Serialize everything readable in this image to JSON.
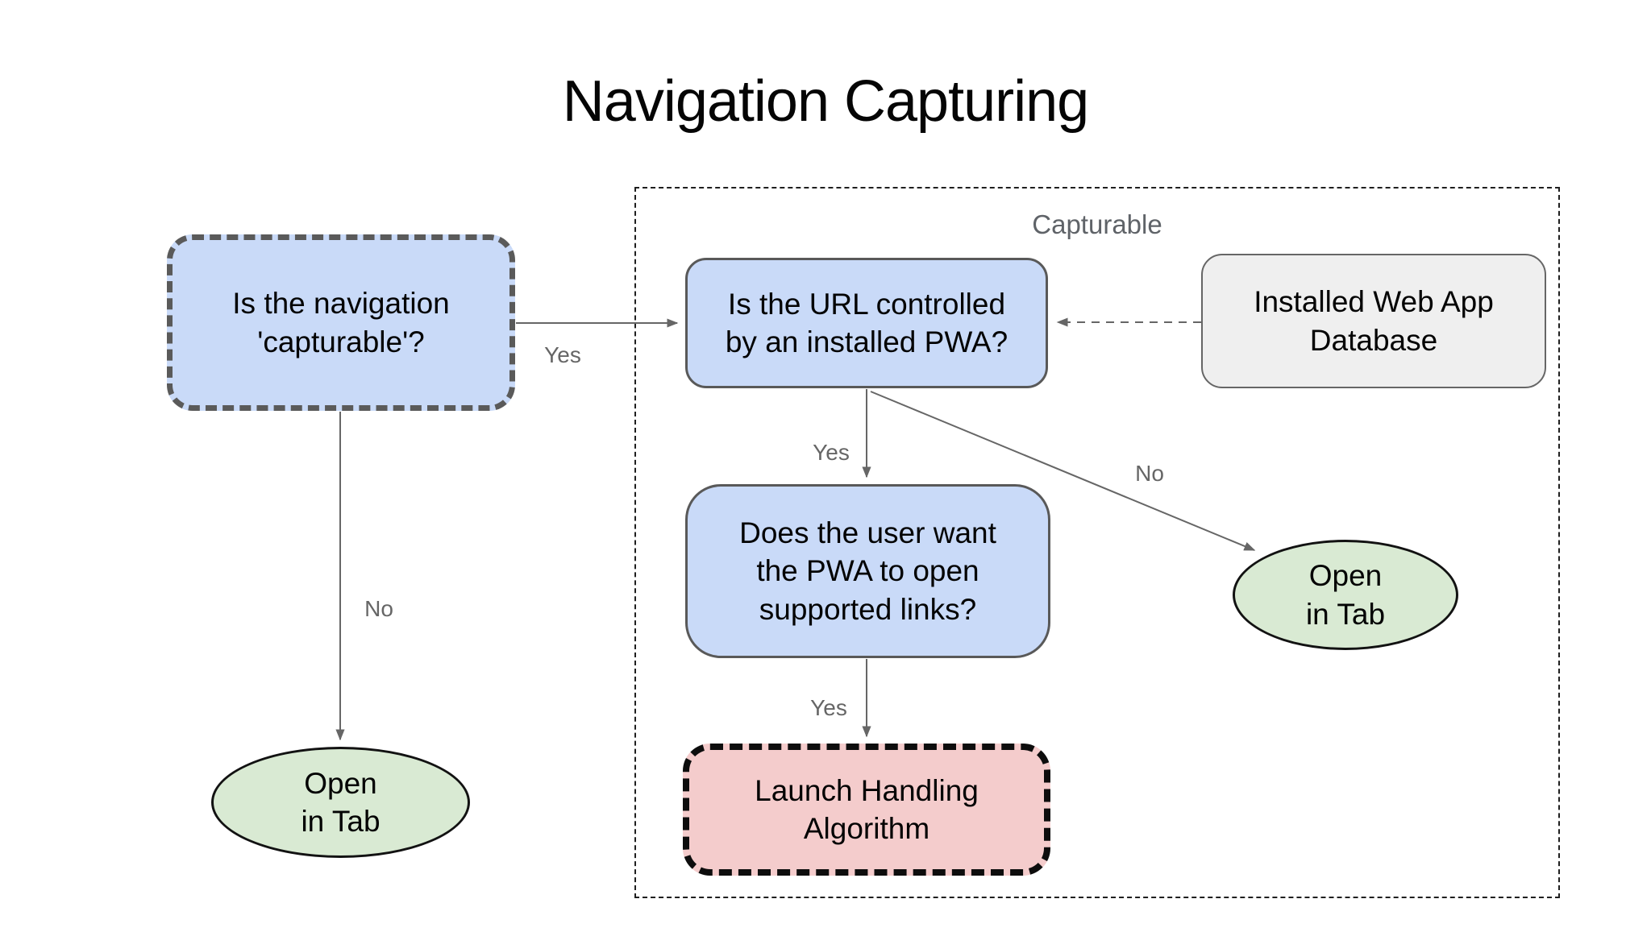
{
  "title": "Navigation Capturing",
  "group": {
    "label": "Capturable"
  },
  "nodes": {
    "q_capturable": {
      "text": "Is the navigation\n'capturable'?",
      "shape": "rounded-rect-dashed",
      "fill": "#c9daf8"
    },
    "q_url": {
      "text": "Is the URL controlled\nby an installed PWA?",
      "shape": "rounded-rect",
      "fill": "#c9daf8"
    },
    "db": {
      "text": "Installed Web App\nDatabase",
      "shape": "rounded-rect",
      "fill": "#efefef"
    },
    "q_user": {
      "text": "Does the user want\nthe PWA to open\nsupported links?",
      "shape": "rounded-rect",
      "fill": "#c9daf8"
    },
    "launch": {
      "text": "Launch Handling\nAlgorithm",
      "shape": "rounded-rect-dashed",
      "fill": "#f4cccc"
    },
    "open_tab_left": {
      "text": "Open\nin Tab",
      "shape": "ellipse",
      "fill": "#d9ead3"
    },
    "open_tab_right": {
      "text": "Open\nin Tab",
      "shape": "ellipse",
      "fill": "#d9ead3"
    }
  },
  "edges": {
    "capturable_yes": {
      "from": "q_capturable",
      "to": "q_url",
      "label": "Yes",
      "style": "solid"
    },
    "capturable_no": {
      "from": "q_capturable",
      "to": "open_tab_left",
      "label": "No",
      "style": "solid"
    },
    "url_yes": {
      "from": "q_url",
      "to": "q_user",
      "label": "Yes",
      "style": "solid"
    },
    "url_no": {
      "from": "q_url",
      "to": "open_tab_right",
      "label": "No",
      "style": "solid"
    },
    "user_yes": {
      "from": "q_user",
      "to": "launch",
      "label": "Yes",
      "style": "solid"
    },
    "db_lookup": {
      "from": "db",
      "to": "q_url",
      "label": "",
      "style": "dashed"
    }
  },
  "colors": {
    "node_blue": "#c9daf8",
    "node_green": "#d9ead3",
    "node_red": "#f4cccc",
    "node_gray": "#efefef",
    "border_dark_gray": "#5a5a5a",
    "border_black": "#0d0d0d",
    "arrow_gray": "#666666",
    "label_gray": "#666666",
    "group_label_gray": "#5f6368",
    "background": "#ffffff"
  }
}
